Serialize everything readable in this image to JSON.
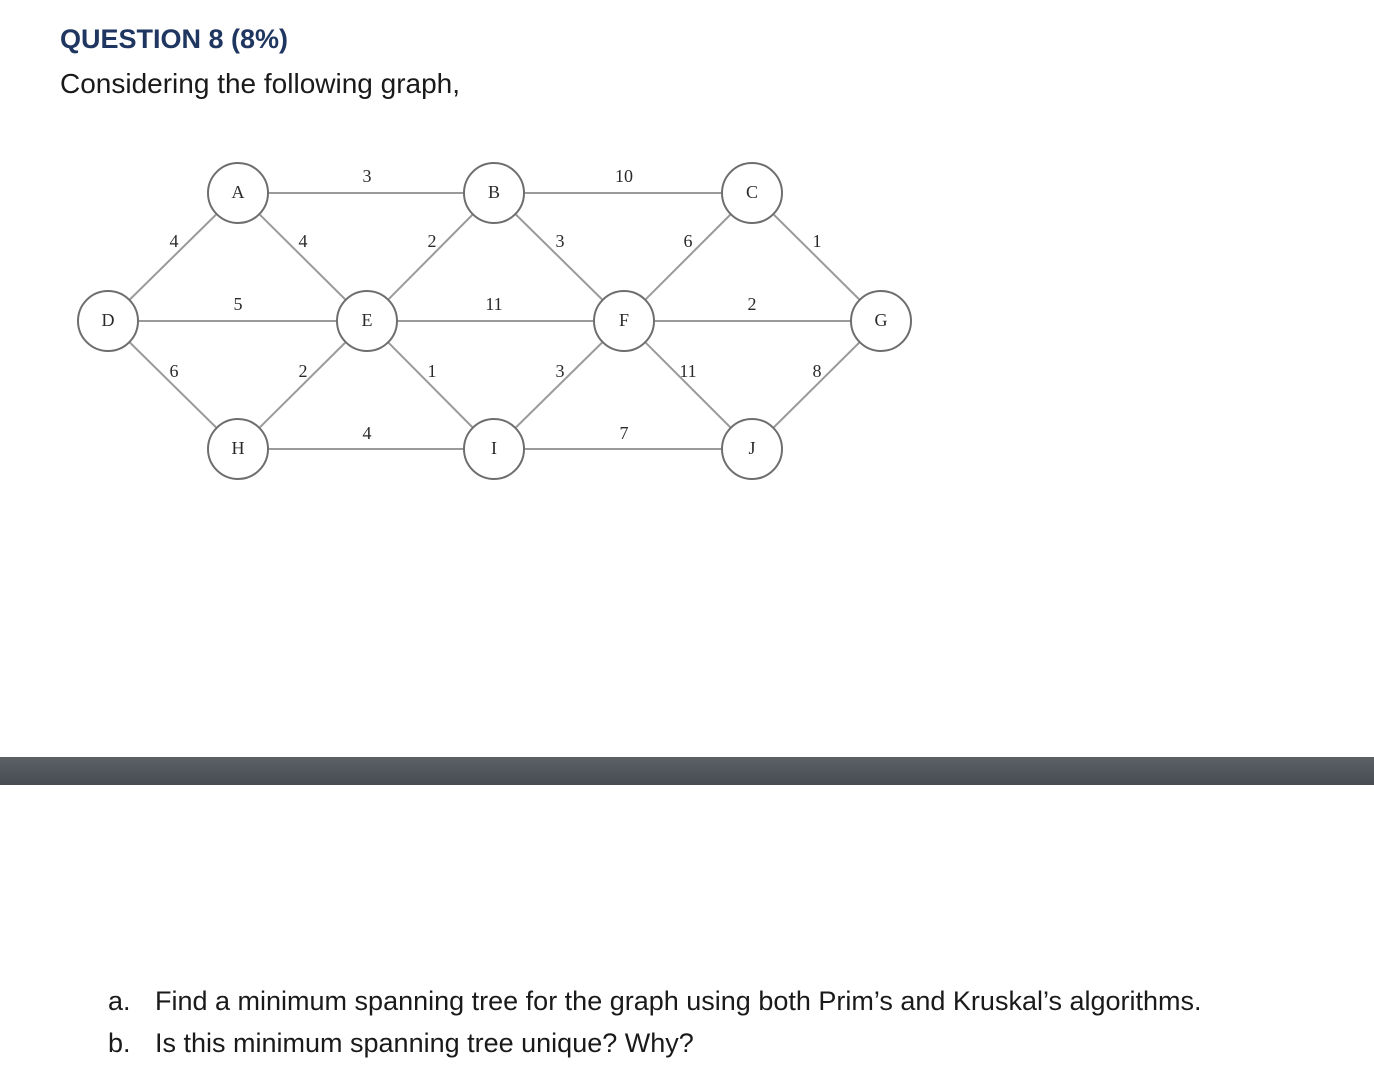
{
  "question": {
    "title": "QUESTION 8 (8%)",
    "intro": "Considering the following graph,"
  },
  "graph": {
    "nodes": [
      {
        "id": "A",
        "label": "A"
      },
      {
        "id": "B",
        "label": "B"
      },
      {
        "id": "C",
        "label": "C"
      },
      {
        "id": "D",
        "label": "D"
      },
      {
        "id": "E",
        "label": "E"
      },
      {
        "id": "F",
        "label": "F"
      },
      {
        "id": "G",
        "label": "G"
      },
      {
        "id": "H",
        "label": "H"
      },
      {
        "id": "I",
        "label": "I"
      },
      {
        "id": "J",
        "label": "J"
      }
    ],
    "edges": [
      {
        "from": "A",
        "to": "B",
        "weight": "3"
      },
      {
        "from": "B",
        "to": "C",
        "weight": "10"
      },
      {
        "from": "D",
        "to": "A",
        "weight": "4"
      },
      {
        "from": "A",
        "to": "E",
        "weight": "4"
      },
      {
        "from": "E",
        "to": "B",
        "weight": "2"
      },
      {
        "from": "B",
        "to": "F",
        "weight": "3"
      },
      {
        "from": "F",
        "to": "C",
        "weight": "6"
      },
      {
        "from": "C",
        "to": "G",
        "weight": "1"
      },
      {
        "from": "A",
        "to": "H",
        "weight": "5"
      },
      {
        "from": "D",
        "to": "E",
        "weight": ""
      },
      {
        "from": "E",
        "to": "F",
        "weight": "11"
      },
      {
        "from": "B",
        "to": "I",
        "weight": "11"
      },
      {
        "from": "C",
        "to": "J",
        "weight": "2"
      },
      {
        "from": "F",
        "to": "G",
        "weight": ""
      },
      {
        "from": "D",
        "to": "H",
        "weight": "6"
      },
      {
        "from": "H",
        "to": "E",
        "weight": "2"
      },
      {
        "from": "E",
        "to": "I",
        "weight": "1"
      },
      {
        "from": "I",
        "to": "F",
        "weight": "3"
      },
      {
        "from": "F",
        "to": "J",
        "weight": "11"
      },
      {
        "from": "J",
        "to": "G",
        "weight": "8"
      },
      {
        "from": "H",
        "to": "I",
        "weight": "4"
      },
      {
        "from": "I",
        "to": "J",
        "weight": "7"
      }
    ]
  },
  "parts": [
    {
      "marker": "a.",
      "text": "Find a minimum spanning tree for the graph using both Prim’s and Kruskal’s algorithms."
    },
    {
      "marker": "b.",
      "text": "Is this minimum spanning tree unique? Why?"
    }
  ]
}
